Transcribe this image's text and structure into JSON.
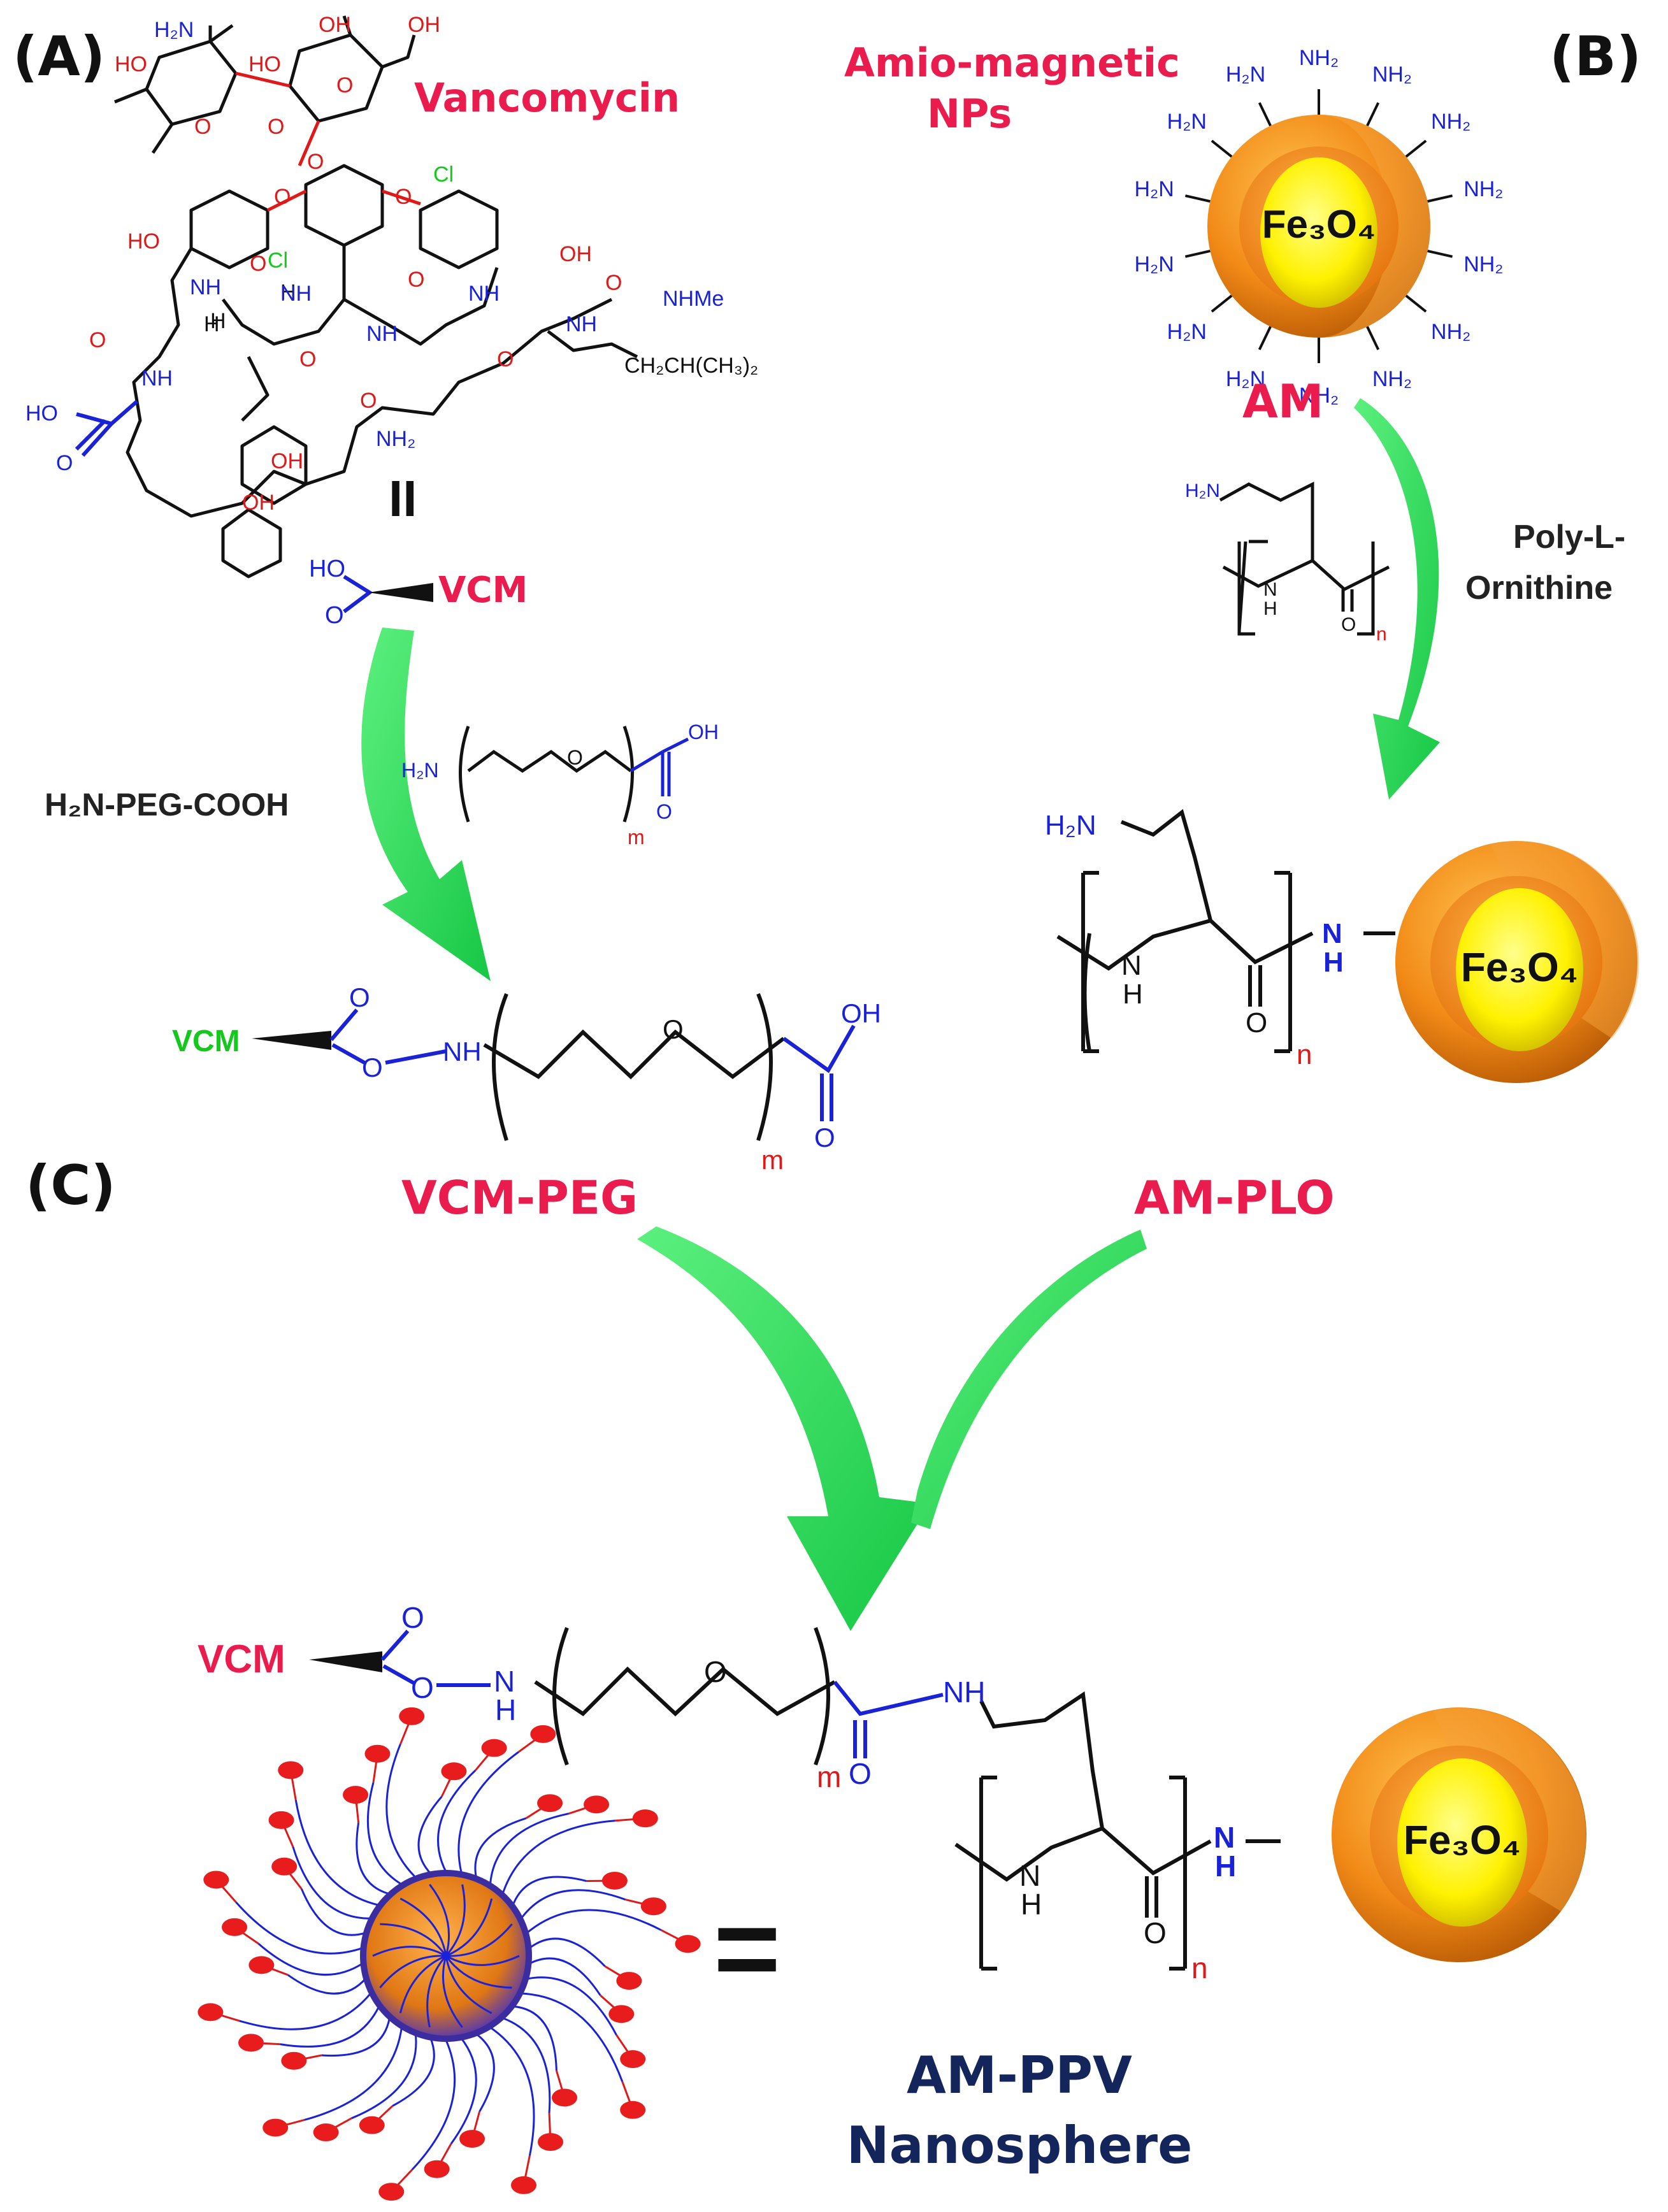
{
  "colors": {
    "title_red": "#ea1c4d",
    "chem_blue": "#1a22d8",
    "chem_red": "#e01818",
    "chem_green": "#14c81e",
    "arrow_green": "#25dc52",
    "navy": "#13255a",
    "core_yellow": "#fff100",
    "shell_orange": "#f28a17"
  },
  "panels": {
    "a": "(A)",
    "b": "(B)",
    "c": "(C)"
  },
  "labels": {
    "vancomycin": "Vancomycin",
    "amio_magnetic_line1": "Amio-magnetic",
    "amio_magnetic_line2": "NPs",
    "am": "AM",
    "poly_l_line1": "Poly-L-",
    "poly_l_line2": "Ornithine",
    "h2n_peg_cooh": "H₂N-PEG-COOH",
    "vcm_peg": "VCM-PEG",
    "am_plo": "AM-PLO",
    "am_ppv_line1": "AM-PPV",
    "am_ppv_line2": "Nanosphere",
    "equals": "=",
    "equiv": "II"
  },
  "chem": {
    "vcm": "VCM",
    "fe3o4": "Fe₃O₄",
    "nh2": "NH₂",
    "h2n": "H₂N",
    "nh": "NH",
    "n": "N",
    "h": "H",
    "o": "O",
    "oh": "OH",
    "ho": "HO",
    "cl": "Cl",
    "nhme": "NHMe",
    "ch2chch32": "CH₂CH(CH₃)₂",
    "m": "m",
    "n_sub": "n"
  }
}
